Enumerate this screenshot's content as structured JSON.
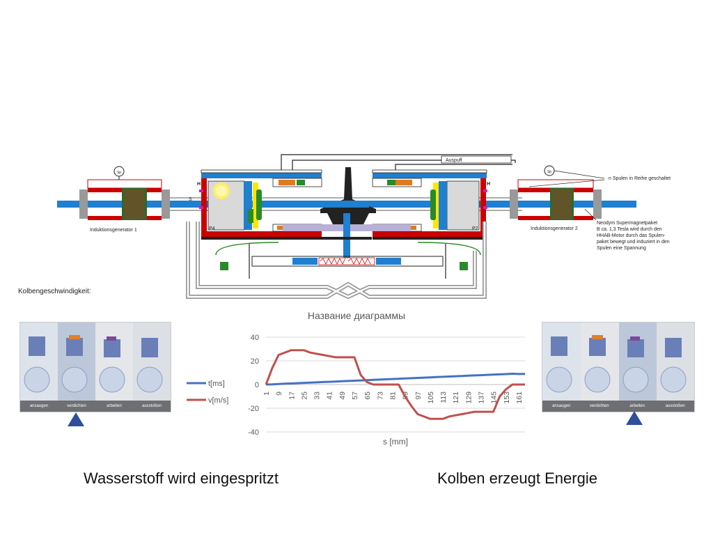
{
  "diagram": {
    "auspuff": "Auspuff",
    "gen1": "Induktionsgenerator 1",
    "gen2": "Induktionsgenerator 2",
    "spulen_note": "n Spulen in Reihe geschaltet",
    "magnet_note": [
      "Neodym Supermagnetpaket",
      "B ca. 1,3 Tesla wird durch den",
      "HHAB-Motor durch das Spulen-",
      "paket bewegt und induziert in den",
      "Spulen eine Spannung"
    ],
    "label_h_left": "H",
    "label_h_right": "H",
    "label_s": "S",
    "label_p4": "P4",
    "label_p2": "P2",
    "meter": "Sp"
  },
  "speed_label": "Kolbengeschwindigkeit:",
  "stroke_panels": {
    "captions": [
      "ansaugen",
      "verdichten",
      "arbeiten",
      "ausstoßen"
    ]
  },
  "caption_left": "Wasserstoff wird eingespritzt",
  "caption_right": "Kolben erzeugt Energie",
  "chart_data": {
    "type": "line",
    "title": "Название диаграммы",
    "xlabel": "s [mm]",
    "ylabel": "",
    "ylim": [
      -40,
      40
    ],
    "yticks": [
      40,
      20,
      0,
      -20,
      -40
    ],
    "xticks": [
      "1",
      "9",
      "17",
      "25",
      "33",
      "41",
      "49",
      "57",
      "65",
      "73",
      "81",
      "89",
      "97",
      "105",
      "113",
      "121",
      "129",
      "137",
      "145",
      "153",
      "161"
    ],
    "x": [
      1,
      5,
      9,
      13,
      17,
      21,
      25,
      29,
      33,
      37,
      41,
      45,
      49,
      53,
      57,
      61,
      65,
      69,
      73,
      77,
      81,
      85,
      89,
      93,
      97,
      101,
      105,
      109,
      113,
      117,
      121,
      125,
      129,
      133,
      137,
      141,
      145,
      149,
      153,
      157,
      161,
      165
    ],
    "legend_position": "left",
    "series": [
      {
        "name": "t[ms]",
        "color": "#4472c4",
        "values": [
          0,
          0.2,
          0.45,
          0.7,
          0.9,
          1.15,
          1.4,
          1.6,
          1.85,
          2.1,
          2.3,
          2.55,
          2.8,
          3.0,
          3.25,
          3.5,
          3.7,
          3.95,
          4.2,
          4.4,
          4.65,
          4.9,
          5.1,
          5.35,
          5.6,
          5.8,
          6.05,
          6.3,
          6.5,
          6.75,
          7.0,
          7.2,
          7.45,
          7.7,
          7.9,
          8.15,
          8.4,
          8.6,
          8.85,
          9.1,
          8.9,
          9.0
        ]
      },
      {
        "name": "v[m/s]",
        "color": "#c0504d",
        "values": [
          0,
          14,
          25,
          27,
          29,
          29,
          29,
          27,
          26,
          25,
          24,
          23,
          23,
          23,
          23,
          8,
          2,
          0,
          0,
          0,
          0,
          0,
          -10,
          -18,
          -25,
          -27,
          -29,
          -29,
          -29,
          -27,
          -26,
          -25,
          -24,
          -23,
          -23,
          -23,
          -23,
          -10,
          -4,
          0,
          0,
          0
        ]
      }
    ]
  }
}
